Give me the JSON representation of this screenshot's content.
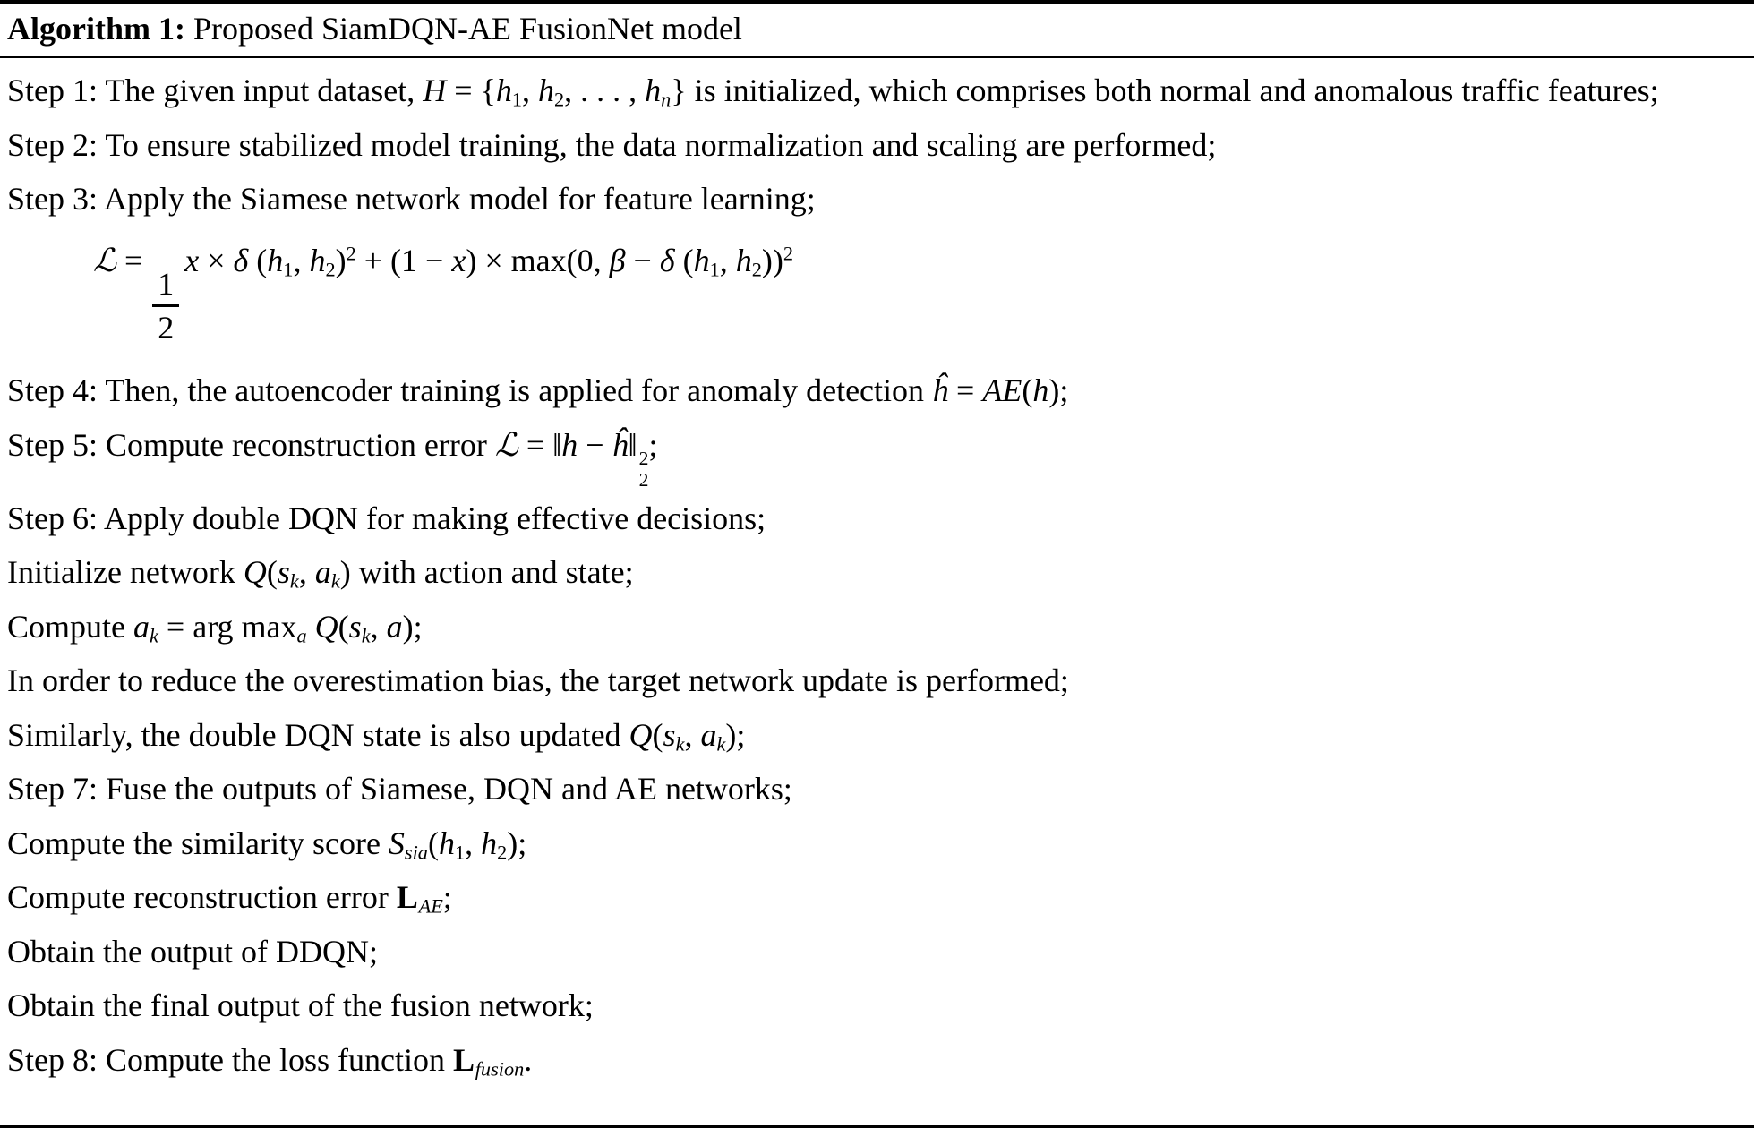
{
  "title": {
    "bold": "Algorithm 1:",
    "rest": " Proposed SiamDQN-AE FusionNet model"
  },
  "colors": {
    "background": "#ffffff",
    "text": "#000000",
    "rule": "#000000"
  },
  "lines": [
    {
      "name": "step-1-line",
      "justify": true,
      "segments": [
        {
          "t": "p",
          "s": "Step 1: The given input dataset, "
        },
        {
          "t": "i",
          "s": "H"
        },
        {
          "t": "p",
          "s": " = {"
        },
        {
          "t": "i",
          "s": "h"
        },
        {
          "t": "sub",
          "s": "1"
        },
        {
          "t": "p",
          "s": ", "
        },
        {
          "t": "i",
          "s": "h"
        },
        {
          "t": "sub",
          "s": "2"
        },
        {
          "t": "p",
          "s": ", . . . , "
        },
        {
          "t": "i",
          "s": "h"
        },
        {
          "t": "subi",
          "s": "n"
        },
        {
          "t": "p",
          "s": "} is initialized, which comprises both normal and anomalous traffic features;"
        }
      ]
    },
    {
      "name": "step-2-line",
      "segments": [
        {
          "t": "p",
          "s": "Step 2: To ensure stabilized model training, the data normalization and scaling are performed;"
        }
      ]
    },
    {
      "name": "step-3-line",
      "segments": [
        {
          "t": "p",
          "s": "Step 3: Apply the Siamese network model for feature learning;"
        }
      ]
    },
    {
      "name": "loss-equation",
      "display": true,
      "segments": [
        {
          "t": "scr",
          "s": "ℒ"
        },
        {
          "t": "p",
          "s": " = "
        },
        {
          "t": "frac",
          "num": "1",
          "den": "2"
        },
        {
          "t": "i",
          "s": "x"
        },
        {
          "t": "p",
          "s": " × "
        },
        {
          "t": "i",
          "s": "δ"
        },
        {
          "t": "p",
          "s": " ("
        },
        {
          "t": "i",
          "s": "h"
        },
        {
          "t": "sub",
          "s": "1"
        },
        {
          "t": "p",
          "s": ", "
        },
        {
          "t": "i",
          "s": "h"
        },
        {
          "t": "sub",
          "s": "2"
        },
        {
          "t": "p",
          "s": ")"
        },
        {
          "t": "sup",
          "s": "2"
        },
        {
          "t": "p",
          "s": " + (1 − "
        },
        {
          "t": "i",
          "s": "x"
        },
        {
          "t": "p",
          "s": ") × max(0, "
        },
        {
          "t": "i",
          "s": "β"
        },
        {
          "t": "p",
          "s": " − "
        },
        {
          "t": "i",
          "s": "δ"
        },
        {
          "t": "p",
          "s": " ("
        },
        {
          "t": "i",
          "s": "h"
        },
        {
          "t": "sub",
          "s": "1"
        },
        {
          "t": "p",
          "s": ", "
        },
        {
          "t": "i",
          "s": "h"
        },
        {
          "t": "sub",
          "s": "2"
        },
        {
          "t": "p",
          "s": "))"
        },
        {
          "t": "sup",
          "s": "2"
        }
      ]
    },
    {
      "name": "step-4-line",
      "segments": [
        {
          "t": "p",
          "s": "Step 4: Then, the autoencoder training is applied for anomaly detection "
        },
        {
          "t": "i",
          "s": "ĥ"
        },
        {
          "t": "p",
          "s": " = "
        },
        {
          "t": "i",
          "s": "AE"
        },
        {
          "t": "p",
          "s": "("
        },
        {
          "t": "i",
          "s": "h"
        },
        {
          "t": "p",
          "s": ");"
        }
      ]
    },
    {
      "name": "step-5-line",
      "segments": [
        {
          "t": "p",
          "s": "Step 5: Compute reconstruction error "
        },
        {
          "t": "scr",
          "s": "ℒ"
        },
        {
          "t": "p",
          "s": " = ‖"
        },
        {
          "t": "i",
          "s": "h"
        },
        {
          "t": "p",
          "s": " − "
        },
        {
          "t": "i",
          "s": "ĥ"
        },
        {
          "t": "p",
          "s": "‖"
        },
        {
          "t": "supsub",
          "sup": "2",
          "sub": "2"
        },
        {
          "t": "p",
          "s": ";"
        }
      ]
    },
    {
      "name": "step-6-line",
      "segments": [
        {
          "t": "p",
          "s": "Step 6: Apply double DQN for making effective decisions;"
        }
      ]
    },
    {
      "name": "init-network-line",
      "segments": [
        {
          "t": "p",
          "s": "Initialize network "
        },
        {
          "t": "scr",
          "s": "Q"
        },
        {
          "t": "p",
          "s": "("
        },
        {
          "t": "i",
          "s": "s"
        },
        {
          "t": "subi",
          "s": "k"
        },
        {
          "t": "p",
          "s": ", "
        },
        {
          "t": "i",
          "s": "a"
        },
        {
          "t": "subi",
          "s": "k"
        },
        {
          "t": "p",
          "s": ") with action and state;"
        }
      ]
    },
    {
      "name": "compute-action-line",
      "segments": [
        {
          "t": "p",
          "s": "Compute "
        },
        {
          "t": "i",
          "s": "a"
        },
        {
          "t": "subi",
          "s": "k"
        },
        {
          "t": "p",
          "s": " = arg max"
        },
        {
          "t": "subi",
          "s": "a"
        },
        {
          "t": "p",
          "s": " "
        },
        {
          "t": "scr",
          "s": "Q"
        },
        {
          "t": "p",
          "s": "("
        },
        {
          "t": "i",
          "s": "s"
        },
        {
          "t": "subi",
          "s": "k"
        },
        {
          "t": "p",
          "s": ", "
        },
        {
          "t": "i",
          "s": "a"
        },
        {
          "t": "p",
          "s": ");"
        }
      ]
    },
    {
      "name": "overestimation-line",
      "segments": [
        {
          "t": "p",
          "s": "In order to reduce the overestimation bias, the target network update is performed;"
        }
      ]
    },
    {
      "name": "ddqn-update-line",
      "segments": [
        {
          "t": "p",
          "s": "Similarly, the double DQN state is also updated "
        },
        {
          "t": "scr",
          "s": "Q"
        },
        {
          "t": "p",
          "s": "("
        },
        {
          "t": "i",
          "s": "s"
        },
        {
          "t": "subi",
          "s": "k"
        },
        {
          "t": "p",
          "s": ", "
        },
        {
          "t": "i",
          "s": "a"
        },
        {
          "t": "subi",
          "s": "k"
        },
        {
          "t": "p",
          "s": ");"
        }
      ]
    },
    {
      "name": "step-7-line",
      "segments": [
        {
          "t": "p",
          "s": "Step 7: Fuse the outputs of Siamese, DQN and AE networks;"
        }
      ]
    },
    {
      "name": "similarity-score-line",
      "segments": [
        {
          "t": "p",
          "s": "Compute the similarity score "
        },
        {
          "t": "scr",
          "s": "S"
        },
        {
          "t": "subi",
          "s": "sia"
        },
        {
          "t": "p",
          "s": "("
        },
        {
          "t": "i",
          "s": "h"
        },
        {
          "t": "sub",
          "s": "1"
        },
        {
          "t": "p",
          "s": ", "
        },
        {
          "t": "i",
          "s": "h"
        },
        {
          "t": "sub",
          "s": "2"
        },
        {
          "t": "p",
          "s": ");"
        }
      ]
    },
    {
      "name": "reconstruction-error-line",
      "segments": [
        {
          "t": "p",
          "s": "Compute reconstruction error "
        },
        {
          "t": "bb",
          "s": "L"
        },
        {
          "t": "subi",
          "s": "AE"
        },
        {
          "t": "p",
          "s": ";"
        }
      ]
    },
    {
      "name": "ddqn-output-line",
      "segments": [
        {
          "t": "p",
          "s": "Obtain the output of DDQN;"
        }
      ]
    },
    {
      "name": "fusion-output-line",
      "segments": [
        {
          "t": "p",
          "s": "Obtain the final output of the fusion network;"
        }
      ]
    },
    {
      "name": "step-8-line",
      "segments": [
        {
          "t": "p",
          "s": "Step 8: Compute the loss function "
        },
        {
          "t": "bb",
          "s": "L"
        },
        {
          "t": "subi",
          "s": "fusion"
        },
        {
          "t": "p",
          "s": "."
        }
      ]
    }
  ]
}
